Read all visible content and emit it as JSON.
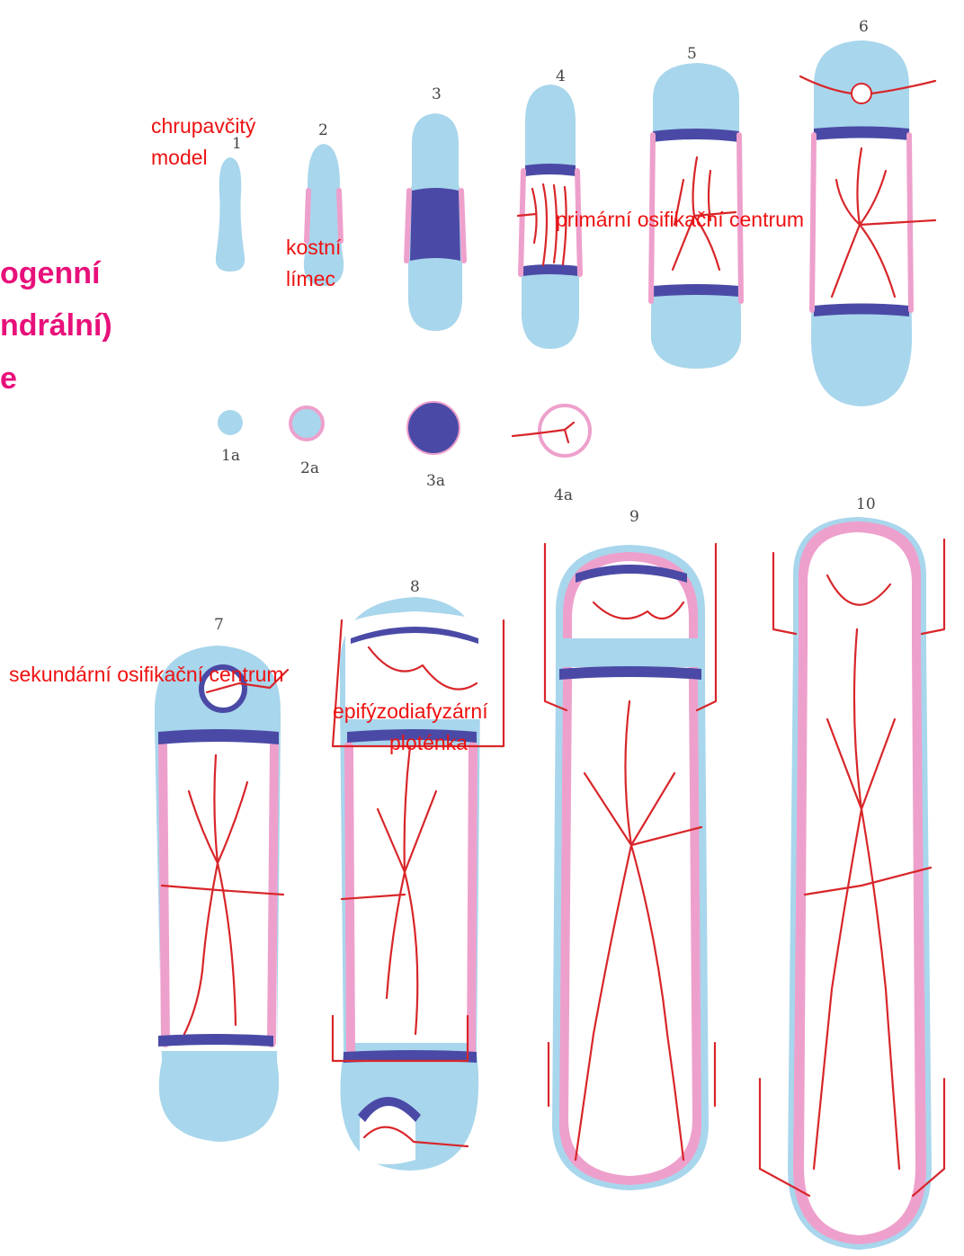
{
  "title_lines": [
    "ogenní",
    "ndrální)",
    "e"
  ],
  "labels": {
    "cartilage_model_line1": "chrupavčitý",
    "cartilage_model_line2": "model",
    "bone_collar_line1": "kostní",
    "bone_collar_line2": "límec",
    "primary_center": "primární osifikační centrum",
    "secondary_center": "sekundární osifikační centrum",
    "growth_plate_line1": "epifýzodiafyzární",
    "growth_plate_line2": "ploténka"
  },
  "stage_numbers": [
    "1",
    "2",
    "3",
    "4",
    "5",
    "6",
    "7",
    "8",
    "9",
    "10"
  ],
  "cross_section_numbers": [
    "1a",
    "2a",
    "3a",
    "4a"
  ],
  "colors": {
    "title": "#e8107a",
    "label": "#ee1111",
    "cartilage": "#a8d6ec",
    "bone": "#eea0cc",
    "calcified": "#4a4aa6",
    "vessel": "#d8262a",
    "number": "#444444"
  }
}
